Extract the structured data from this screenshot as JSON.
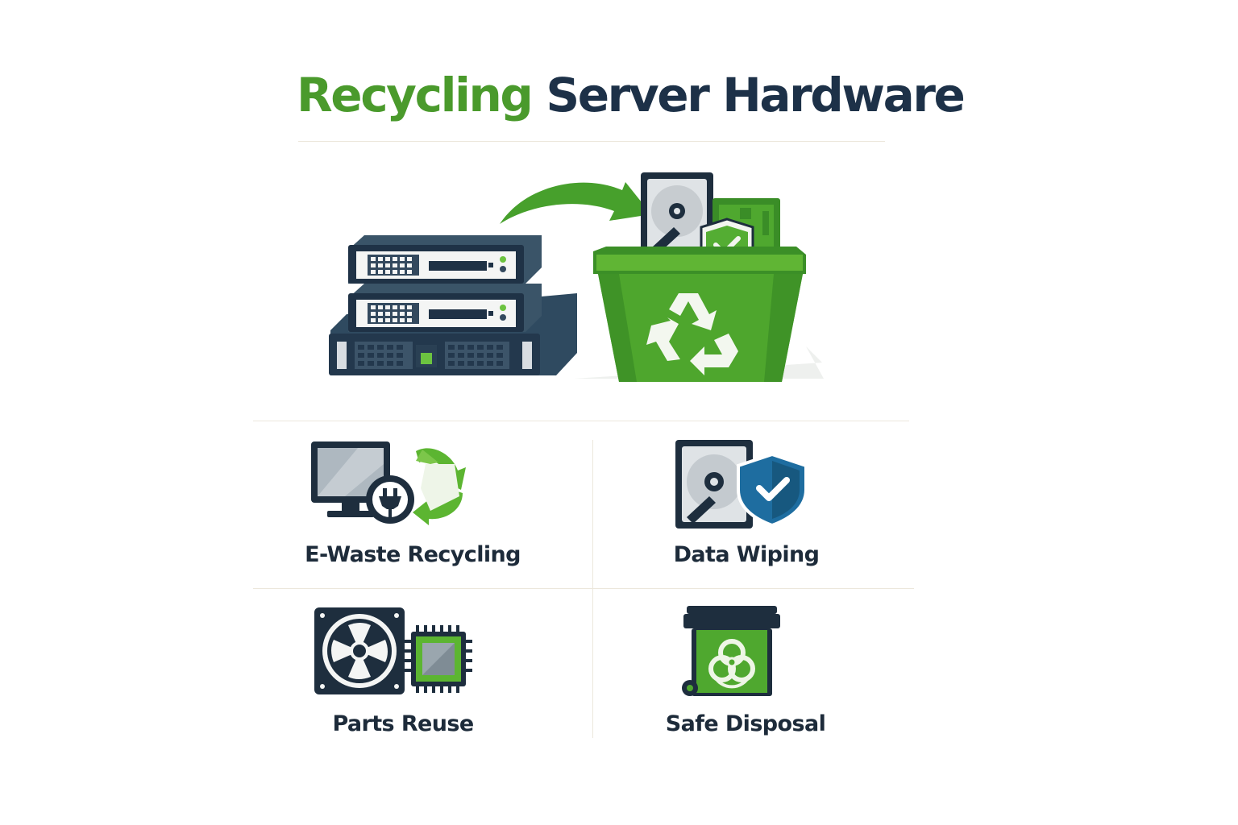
{
  "title": {
    "highlight": "Recycling",
    "rest": "Server Hardware"
  },
  "colors": {
    "green": "#4a9a2c",
    "bright_green": "#5cb531",
    "navy": "#1d3148",
    "blue": "#1f6891"
  },
  "hero": {
    "icons": [
      "server-stack-icon",
      "arrow-icon",
      "recycling-bin-icon",
      "hard-drive-icon",
      "shield-check-icon"
    ]
  },
  "tiles": [
    {
      "label": "E-Waste Recycling",
      "icon": "monitor-plug-recycle-icon"
    },
    {
      "label": "Data Wiping",
      "icon": "hard-drive-shield-icon"
    },
    {
      "label": "Parts Reuse",
      "icon": "fan-chip-icon"
    },
    {
      "label": "Safe Disposal",
      "icon": "biohazard-bin-icon"
    }
  ]
}
